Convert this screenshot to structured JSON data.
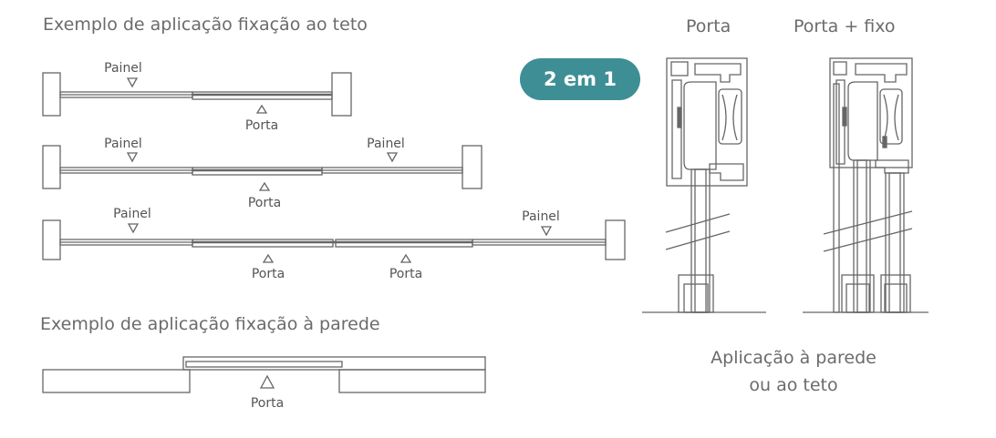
{
  "headings": {
    "ceiling": "Exemplo de aplicação fixação ao teto",
    "wall": "Exemplo de aplicação fixação à parede"
  },
  "badge": "2 em 1",
  "profiles": {
    "left_title": "Porta",
    "right_title": "Porta + fixo"
  },
  "caption": {
    "line1": "Aplicação à parede",
    "line2": "ou ao teto"
  },
  "labels": {
    "panel": "Painel",
    "door": "Porta"
  },
  "colors": {
    "line": "#666666",
    "badge": "#3e8f95",
    "text": "#6b6b6b"
  }
}
